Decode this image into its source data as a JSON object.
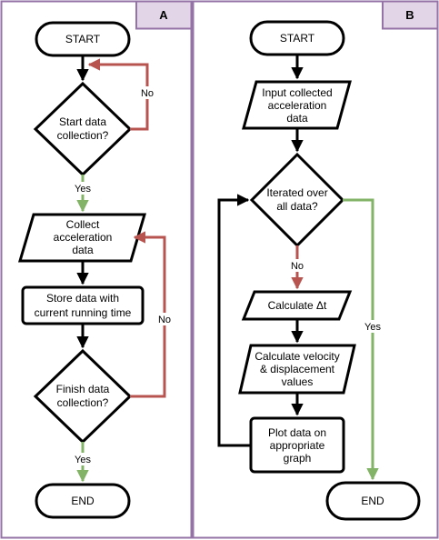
{
  "colors": {
    "frame": "#9673A6",
    "tab_fill": "#E1D5E7",
    "stroke": "#000000",
    "no_arrow": "#B85450",
    "yes_arrow": "#82B366",
    "node_fill": "#FFFFFF"
  },
  "panel_a": {
    "label": "A",
    "start": "START",
    "start_decision": [
      "Start data",
      "collection?"
    ],
    "start_no": "No",
    "start_yes": "Yes",
    "collect": [
      "Collect",
      "acceleration",
      "data"
    ],
    "store": [
      "Store data with",
      "current running time"
    ],
    "finish_decision": [
      "Finish data",
      "collection?"
    ],
    "finish_no": "No",
    "finish_yes": "Yes",
    "end": "END"
  },
  "panel_b": {
    "label": "B",
    "start": "START",
    "input": [
      "Input collected",
      "acceleration",
      "data"
    ],
    "iterate_decision": [
      "Iterated over",
      "all data?"
    ],
    "iterate_no": "No",
    "iterate_yes": "Yes",
    "calc_dt": "Calculate Δt",
    "calc_vel": [
      "Calculate velocity",
      "& displacement",
      "values"
    ],
    "plot": [
      "Plot data on",
      "appropriate",
      "graph"
    ],
    "end": "END"
  }
}
